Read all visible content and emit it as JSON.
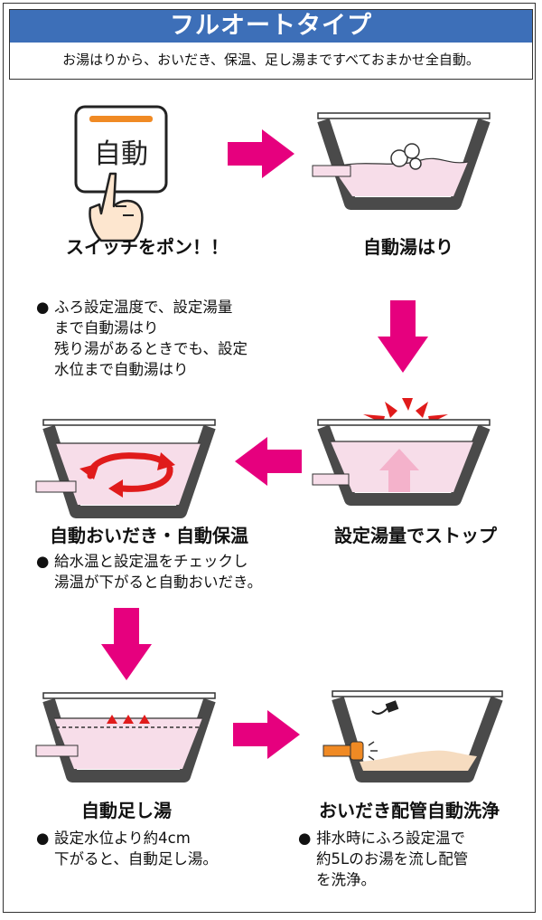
{
  "title": "フルオートタイプ",
  "subtitle": "お湯はりから、おいだき、保温、足し湯まですべておまかせ全自動。",
  "button_text": "自動",
  "bullet": "●",
  "steps": {
    "switch": {
      "label": "スイッチをポン！！"
    },
    "auto_fill": {
      "label": "自動湯はり",
      "note": [
        "ふろ設定温度で、設定湯量",
        "まで自動湯はり",
        "残り湯があるときでも、設定",
        "水位まで自動湯はり"
      ]
    },
    "stop": {
      "label": "設定湯量でストップ"
    },
    "reheat": {
      "label": "自動おいだき・自動保温",
      "note": [
        "給水温と設定温をチェックし",
        "湯温が下がると自動おいだき。"
      ]
    },
    "top_up": {
      "label": "自動足し湯",
      "note": [
        "設定水位より約4cm",
        "下がると、自動足し湯。"
      ]
    },
    "pipe_clean": {
      "label": "おいだき配管自動洗浄",
      "note": [
        "排水時にふろ設定温で",
        "約5Lのお湯を流し配管",
        "を洗浄。"
      ]
    }
  },
  "colors": {
    "title_bar": "#3d6fb8",
    "arrow": "#e6007e",
    "water": "#f7dde9",
    "tub": "#4a4a4a",
    "red_marks": "#e01b1b",
    "orange_hose": "#f08a24",
    "wash_water": "#f6dcc0"
  },
  "icons": [
    "finger-pointer-icon",
    "bubbles-icon",
    "circulation-arrows-icon",
    "upward-arrow-icon",
    "red-burst-icon",
    "warning-triangles-icon",
    "hose-icon",
    "drain-plug-icon"
  ]
}
